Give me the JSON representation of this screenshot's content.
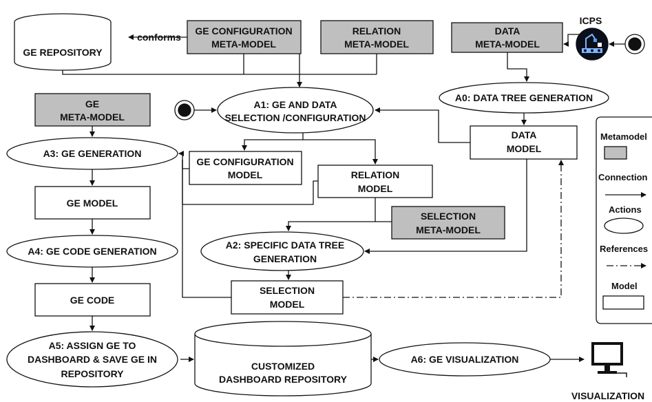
{
  "nodes": {
    "ge_repository": "GE  REPOSITORY",
    "conforms": "conforms",
    "ge_config_metamodel": [
      "GE CONFIGURATION",
      "META-MODEL"
    ],
    "relation_metamodel": [
      "RELATION",
      "META-MODEL"
    ],
    "data_metamodel": [
      "DATA",
      "META-MODEL"
    ],
    "icps": "ICPS",
    "ge_metamodel": [
      "GE",
      "META-MODEL"
    ],
    "a1": [
      "A1: GE AND DATA",
      "SELECTION /CONFIGURATION"
    ],
    "a0": "A0: DATA TREE GENERATION",
    "data_model": [
      "DATA",
      "MODEL"
    ],
    "a3": "A3: GE GENERATION",
    "ge_config_model": [
      "GE CONFIGURATION",
      "MODEL"
    ],
    "relation_model": [
      "RELATION",
      "MODEL"
    ],
    "ge_model": "GE MODEL",
    "selection_metamodel": [
      "SELECTION",
      "META-MODEL"
    ],
    "a4": "A4: GE CODE GENERATION",
    "a2": [
      "A2: SPECIFIC DATA TREE",
      "GENERATION"
    ],
    "ge_code": "GE CODE",
    "selection_model": [
      "SELECTION",
      "MODEL"
    ],
    "a5": [
      "A5: ASSIGN GE TO",
      "DASHBOARD & SAVE GE IN",
      "REPOSITORY"
    ],
    "dashboard_repository": [
      "CUSTOMIZED",
      "DASHBOARD REPOSITORY"
    ],
    "a6": "A6: GE VISUALIZATION",
    "visualization": "VISUALIZATION"
  },
  "legend": {
    "metamodel": "Metamodel",
    "connection": "Connection",
    "actions": "Actions",
    "references": "References",
    "model": "Model"
  },
  "colors": {
    "metamodel_fill": "#bfbfbf",
    "stroke": "#111111",
    "icps_fill": "#0b0f1a"
  }
}
